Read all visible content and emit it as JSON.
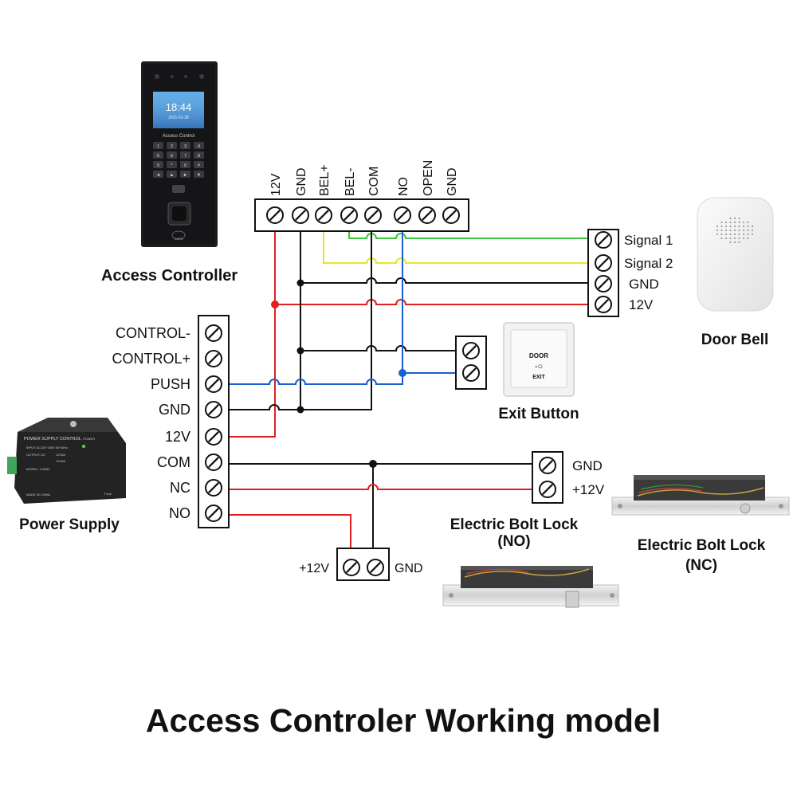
{
  "title": "Access Controler Working model",
  "device_labels": {
    "access_controller": "Access Controller",
    "door_bell": "Door Bell",
    "exit_button": "Exit Button",
    "power_supply": "Power Supply",
    "lock_no_line1": "Electric Bolt Lock",
    "lock_no_line2": "(NO)",
    "lock_nc_line1": "Electric Bolt Lock",
    "lock_nc_line2": "(NC)"
  },
  "controller": {
    "time": "18:44",
    "date": "2021-01-28",
    "screen_title": "Access Control",
    "card_text": "CARD",
    "keys": [
      "1",
      "2",
      "3",
      "4",
      "5",
      "6",
      "7",
      "8",
      "9",
      "*",
      "0",
      "#",
      "◄",
      "▲",
      "►",
      "▼"
    ]
  },
  "controller_terminals": [
    "12V",
    "GND",
    "BEL+",
    "BEL-",
    "COM",
    "NO",
    "OPEN",
    "GND"
  ],
  "doorbell_terminals": [
    "Signal 1",
    "Signal 2",
    "GND",
    "12V"
  ],
  "power_supply_terminals": [
    "CONTROL-",
    "CONTROL+",
    "PUSH",
    "GND",
    "12V",
    "COM",
    "NC",
    "NO"
  ],
  "power_supply_device": {
    "header": "POWER SUPPLY CONTROL",
    "input": "INPUT: AC100~240V 50~60Hz",
    "output": "OUTPUT: DC",
    "rating1": "12V3A",
    "rating2": "12V5A",
    "model": "MODEL: YOD60",
    "made": "MADE IN CHINA",
    "power_led": "POWER",
    "time_label": "T ime"
  },
  "exit_button_device": {
    "line1": "DOOR",
    "line2": "EXIT"
  },
  "lock_nc_terminals": [
    "GND",
    "+12V"
  ],
  "lock_no_terminals": [
    "+12V",
    "GND"
  ],
  "wire_colors": {
    "red": "#e02020",
    "black": "#111111",
    "blue": "#1a5fd0",
    "green": "#3cc83c",
    "yellow": "#e6e62a"
  }
}
